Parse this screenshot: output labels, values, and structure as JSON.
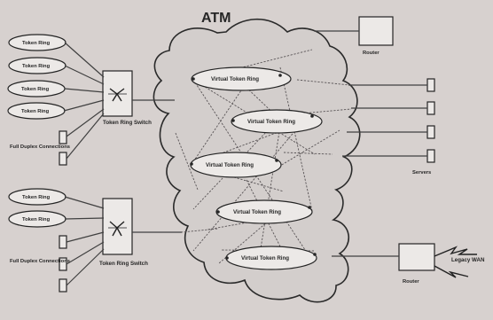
{
  "diagram": {
    "title": "ATM",
    "token_ring_label": "Token Ring",
    "virtual_ring_label": "Virtual Token Ring",
    "switch_label_top": "Token Ring Switch",
    "switch_label_bottom": "Token Ring Switch",
    "full_duplex_label_top": "Full Duplex Connections",
    "full_duplex_label_bottom": "Full Duplex Connections",
    "router_top_label": "Router",
    "router_bottom_label": "Router",
    "servers_label": "Servers",
    "legacy_wan_label": "Legacy WAN"
  },
  "colors": {
    "background": "#d7d1cf",
    "line": "#404040",
    "virtual_link": "#5a5557",
    "shape_fill": "#ece9e7"
  }
}
